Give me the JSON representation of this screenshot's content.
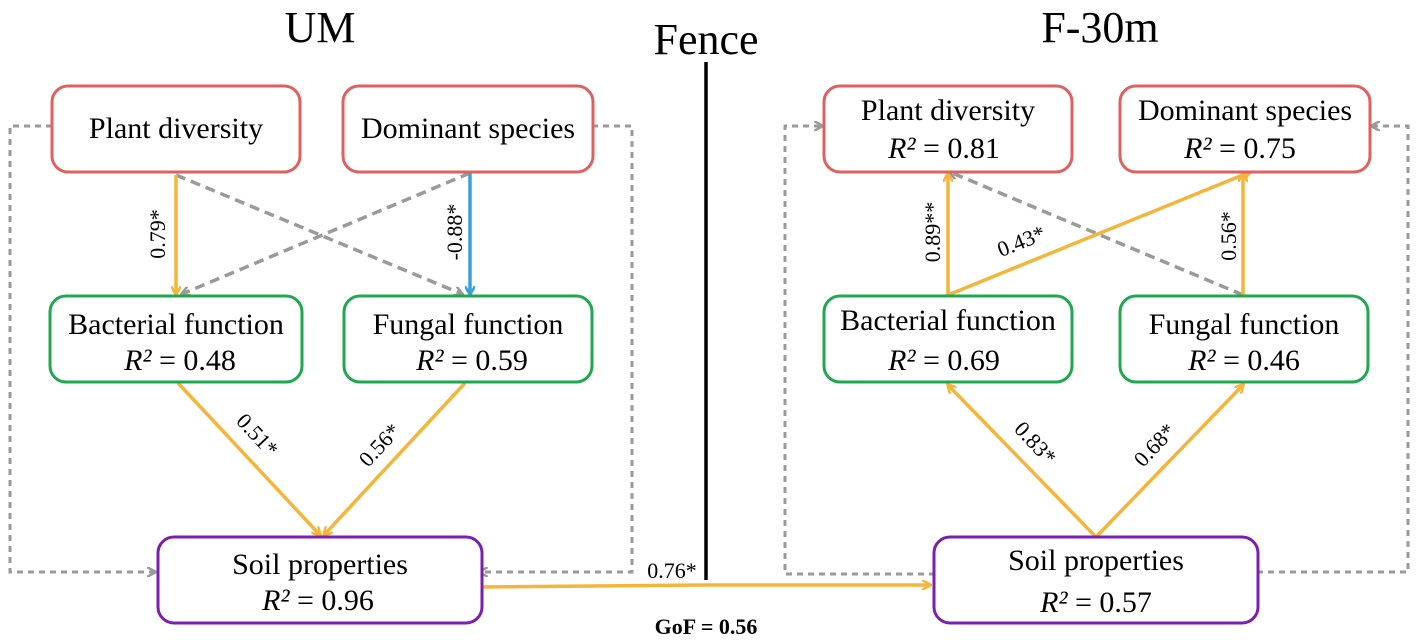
{
  "titles": {
    "left": "UM",
    "center": "Fence",
    "right": "F-30m"
  },
  "um": {
    "plant_diversity": "Plant diversity",
    "dominant_species": "Dominant species",
    "bacterial_function": "Bacterial function",
    "bacterial_r2": "= 0.48",
    "fungal_function": "Fungal function",
    "fungal_r2": "= 0.59",
    "soil_properties": "Soil properties",
    "soil_r2": "= 0.96",
    "coef_plant_bacterial": "0.79*",
    "coef_dominant_fungal": "-0.88*",
    "coef_bacterial_soil": "0.51*",
    "coef_fungal_soil": "0.56*"
  },
  "f30": {
    "plant_diversity": "Plant diversity",
    "plant_r2": "= 0.81",
    "dominant_species": "Dominant species",
    "dominant_r2": "= 0.75",
    "bacterial_function": "Bacterial function",
    "bacterial_r2": "= 0.69",
    "fungal_function": "Fungal function",
    "fungal_r2": "= 0.46",
    "soil_properties": "Soil properties",
    "soil_r2": "= 0.57",
    "coef_bacterial_plant": "0.89**",
    "coef_bacterial_dominant": "0.43*",
    "coef_fungal_dominant": "0.56*",
    "coef_soil_bacterial": "0.83*",
    "coef_soil_fungal": "0.68*"
  },
  "cross": {
    "coef_soil_soil": "0.76*",
    "gof": "GoF = 0.56"
  },
  "r2_symbol": "R²",
  "colors": {
    "positive": "#f5b43a",
    "negative": "#3aa0d8",
    "nonsignificant": "#9a9a9a",
    "plant_box": "#e06060",
    "microbe_box": "#1fa84f",
    "soil_box": "#7a1fb0"
  }
}
